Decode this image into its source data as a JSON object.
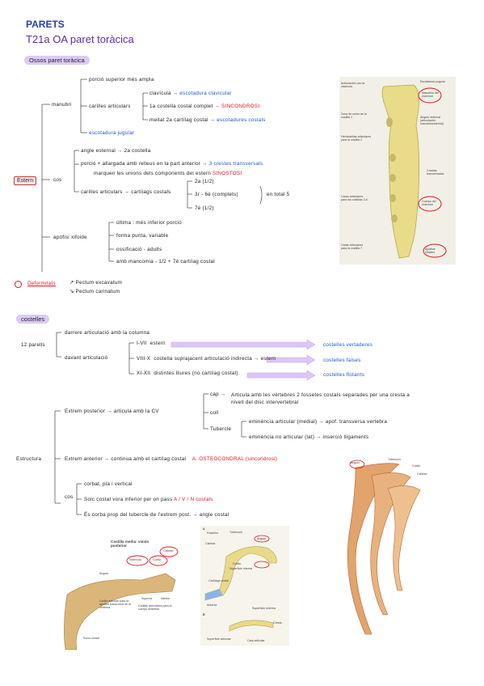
{
  "header": {
    "title": "PARETS",
    "subtitle": "T21a OA paret toràcica"
  },
  "sections": {
    "ossos": "Ossos paret toràcica",
    "deformitats": "Deformitats",
    "costelles": "costelles"
  },
  "estern": {
    "root": "Estern",
    "manubri": "manubri",
    "manubri_items": {
      "a": "porció superior més ampla",
      "b": "carilles articulars",
      "c": "escotadura jugular"
    },
    "carilles": {
      "clavicula": "clavícula",
      "clavicula_r": "escotadura clavicular",
      "costella1": "1a costella costal complet",
      "costella1_r": "SINCONDROSI",
      "meitat": "meitat 2a cartílag costal",
      "meitat_r": "escotadures costals"
    },
    "cos": "cos",
    "cos_items": {
      "a": "angle esternal",
      "a_r": "2a costella",
      "b": "porció + allargada amb relleus en la part anterior",
      "b_r": "3 crestes transversals",
      "b2": "marquen les unions dels components del estern",
      "b2_r": "SINOSTOSI",
      "c": "carilles articulars",
      "c_r": "cartílags costals",
      "c1": "2a (1/2)",
      "c2": "3r - 6è (complets)",
      "c3": "7è (1/2)",
      "c_total": "en total 5"
    },
    "xifoide": "apòfisi xifoide",
    "xifoide_items": {
      "a": "última : més inferior porció",
      "b": "forma punta, variable",
      "c": "ossificació - adults",
      "d": "amb mancomia - 1/2 + 7è cartílag costal"
    }
  },
  "deform": {
    "a": "Pectum excavatum",
    "b": "Pectum carinatum"
  },
  "costelles_block": {
    "root": "12 parells",
    "darrere": "darrere articulació amb la columna",
    "davant": "davant articulació",
    "r1": "I-VII",
    "r1_t": "estern",
    "r1_r": "costelles vertaderes",
    "r2": "VIII-X",
    "r2_t": "costella suprajacent articulació indirecta → estern",
    "r2_r": "costelles falses",
    "r3": "XI-XII",
    "r3_t": "distintes lliures (no cartílag costal)",
    "r3_r": "costelles flotants"
  },
  "estructura": {
    "root": "Estructura",
    "post": "Extrem posterior",
    "post_r": "articula amb la CV",
    "cap": "cap",
    "cap_t": "Articula amb les vèrtebres 2 fossetes costals separades per una cresta a nivell del disc intervertebral",
    "coll": "coll",
    "tuberc": "Tubercle",
    "t1": "eminència articular (medial)",
    "t1_r": "apòf. transversa vertebra",
    "t2": "eminència no articular (lat)",
    "t2_r": "inserció lligaments",
    "ant": "Extrem anterior",
    "ant_r": "continua amb el cartílag costal",
    "ant_r2": "A. OSTEOCONDRAL (sincondrosi)",
    "cos": "cos",
    "cos1": "corbat, pla i vertical",
    "cos2": "Solc costal vora inferior per on pass",
    "cos2_r": "A / V / N costals",
    "cos3": "És corba prop del tubercle de l'extrem post.",
    "cos3_r": "angle costal"
  },
  "figures": {
    "sternum": {
      "l1": "Articulación con la clavícula",
      "l2": "Zona de unión de la costilla 1",
      "l3": "Hemicarillas articulares para la costilla 2",
      "l4": "Caras articulares para las costillas 3-6",
      "l5": "Caras articulares para la costilla 7",
      "r1": "Escotadura yugular",
      "r2": "Manubrio del esternón",
      "r3": "Ángulo esternal (articulación manubrioesternal)",
      "r4": "Crestas transversales",
      "r5": "Cuerpo del esternón",
      "r6": "Apófisis xifoides"
    },
    "rib_post": {
      "title": "Costilla media: visión posterior",
      "cabeza": "Cabeza",
      "tuberculo": "Tubérculo",
      "cuello": "Cuello",
      "angulo": "Ángulo",
      "superior": "Superior",
      "inferior": "Inferior",
      "carilla": "Carilla articular para la apófisis transversa de la vértebra",
      "carillas": "Carillas articulares para el cuerpo vertebral",
      "surco": "Surco costal"
    },
    "rib_mid": {
      "a": "A",
      "b": "B",
      "posterior": "Posterior",
      "tuberculo": "Tubérculo",
      "angulo": "Ángulo",
      "cabeza": "Cabeza",
      "cuello": "Cuello",
      "sup_int": "Superficie interna",
      "cartilago": "Cartílago costal",
      "anterior": "Anterior",
      "sup_ext": "Superficie externa",
      "cresta": "Cresta",
      "sup_art": "Superficie articular",
      "cara_art": "Cara articular"
    },
    "rib_right": {
      "angulo": "Ángulo",
      "tuberculo": "Tubérculo",
      "cuello": "Cuello",
      "cabeza": "Cabeza"
    }
  }
}
